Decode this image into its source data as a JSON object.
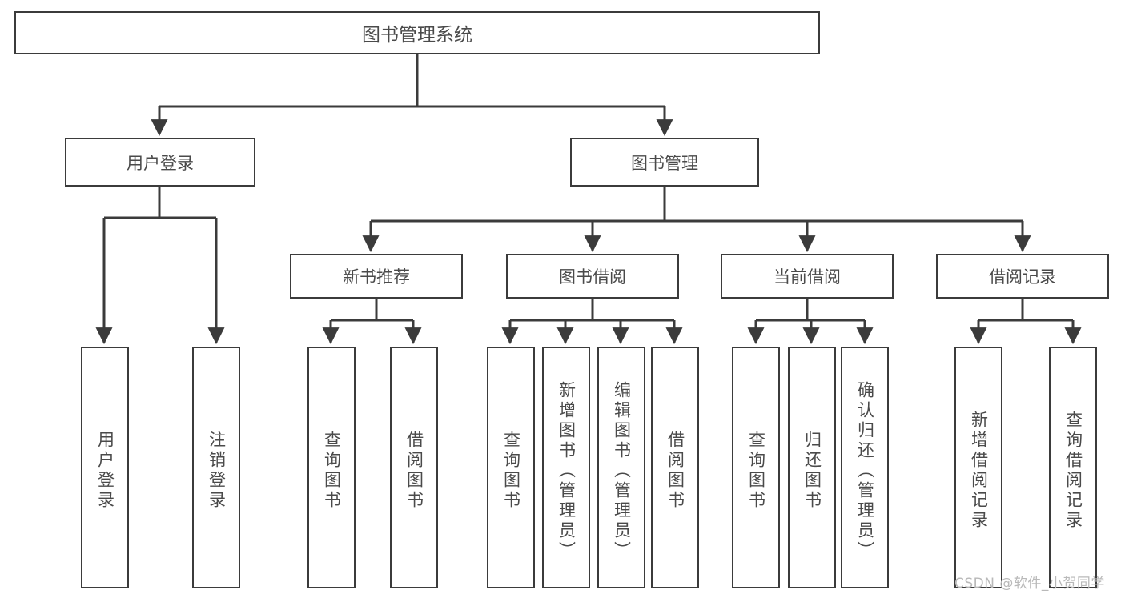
{
  "diagram": {
    "title": "图书管理系统",
    "type": "tree",
    "root": {
      "id": "root",
      "label": "图书管理系统"
    },
    "level2": [
      {
        "id": "user-login",
        "label": "用户登录"
      },
      {
        "id": "book-manage",
        "label": "图书管理"
      }
    ],
    "level3": [
      {
        "id": "new-book-recommend",
        "label": "新书推荐",
        "parent": "book-manage"
      },
      {
        "id": "book-borrow",
        "label": "图书借阅",
        "parent": "book-manage"
      },
      {
        "id": "current-borrow",
        "label": "当前借阅",
        "parent": "book-manage"
      },
      {
        "id": "borrow-record",
        "label": "借阅记录",
        "parent": "book-manage"
      }
    ],
    "leaves": [
      {
        "id": "leaf-user-login",
        "label": "用户登录",
        "parent": "user-login"
      },
      {
        "id": "leaf-user-logout",
        "label": "注销登录",
        "parent": "user-login"
      },
      {
        "id": "leaf-query-book-1",
        "label": "查询图书",
        "parent": "new-book-recommend"
      },
      {
        "id": "leaf-borrow-book-1",
        "label": "借阅图书",
        "parent": "new-book-recommend"
      },
      {
        "id": "leaf-query-book-2",
        "label": "查询图书",
        "parent": "book-borrow"
      },
      {
        "id": "leaf-add-book",
        "label": "新增图书（管理员）",
        "parent": "book-borrow"
      },
      {
        "id": "leaf-edit-book",
        "label": "编辑图书（管理员）",
        "parent": "book-borrow"
      },
      {
        "id": "leaf-borrow-book-2",
        "label": "借阅图书",
        "parent": "book-borrow"
      },
      {
        "id": "leaf-query-book-3",
        "label": "查询图书",
        "parent": "current-borrow"
      },
      {
        "id": "leaf-return-book",
        "label": "归还图书",
        "parent": "current-borrow"
      },
      {
        "id": "leaf-confirm-return",
        "label": "确认归还（管理员）",
        "parent": "current-borrow"
      },
      {
        "id": "leaf-add-record",
        "label": "新增借阅记录",
        "parent": "borrow-record"
      },
      {
        "id": "leaf-query-record",
        "label": "查询借阅记录",
        "parent": "borrow-record"
      }
    ],
    "watermark": "CSDN @软件_小贺同学",
    "colors": {
      "border": "#3b3b3b",
      "text": "#4a4a4a",
      "background": "#ffffff",
      "watermark": "#b9b9b9"
    }
  }
}
